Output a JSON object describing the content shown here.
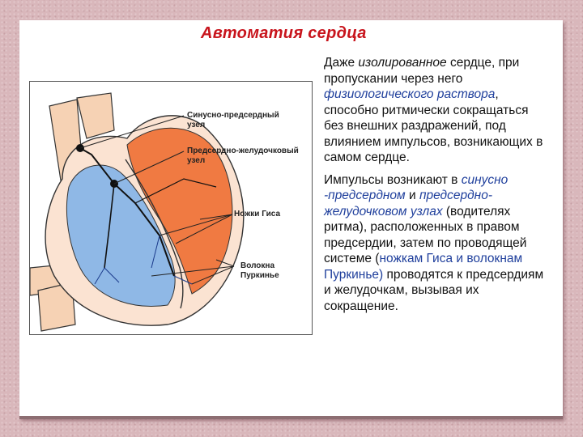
{
  "slide": {
    "title": "Автоматия сердца"
  },
  "figure": {
    "labels": {
      "sinoatrial_1": "Синусно-предсердный",
      "sinoatrial_2": "узел",
      "av_1": "Предсердно-желудочковый",
      "av_2": "узел",
      "his": "Ножки Гиса",
      "purkinje_1": "Волокна",
      "purkinje_2": "Пуркинье"
    },
    "colors": {
      "left_side": "#f07a42",
      "right_side": "#8fb8e6",
      "vessel": "#f6d2b4",
      "wall": "#fbe3d2"
    }
  },
  "paragraph1": {
    "p1": "Даже ",
    "p2": "изолированное",
    "p3": " сердце, при пропускании через него ",
    "p4": "физиологического раствора",
    "p5": ", способно ритмически сокращаться без внешних раздражений, под влиянием импульсов, возникающих в самом сердце."
  },
  "paragraph2": {
    "p1": "Импульсы возникают в ",
    "p2": "синусно -предсердном",
    "p3": " и ",
    "p4": "предсердно-желудочковом узлах",
    "p5": " (водителях ритма), расположенных в правом предсердии, затем по проводящей системе (",
    "p6": "ножкам Гиса и волокнам Пуркинье)",
    "p7": " проводятся к предсердиям и желудочкам, вызывая их сокращение."
  }
}
